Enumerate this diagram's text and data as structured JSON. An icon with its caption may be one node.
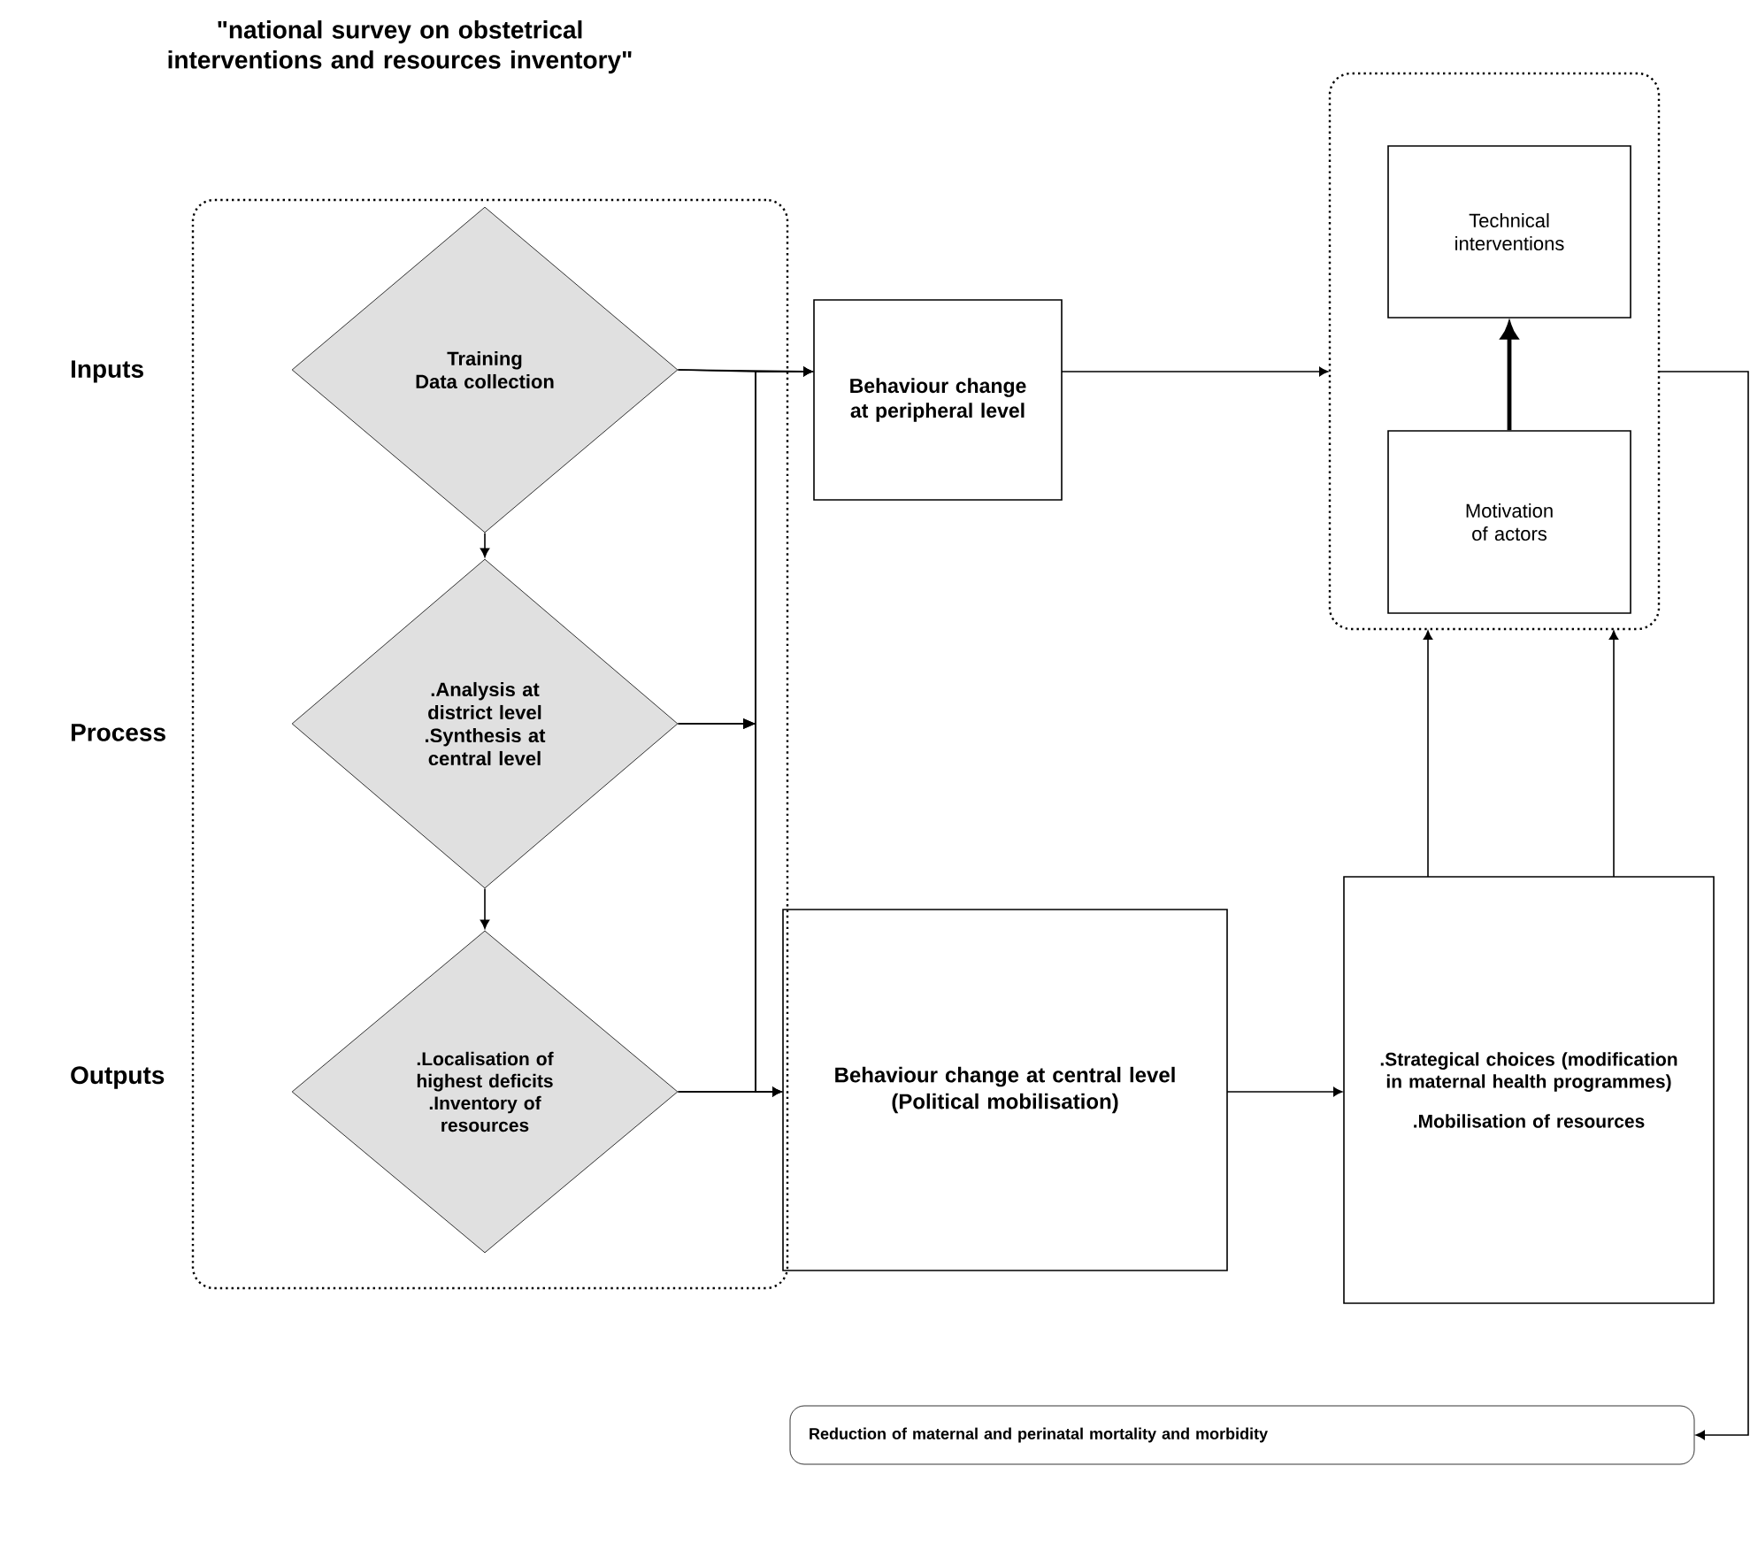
{
  "diagram": {
    "title": "\"national survey on obstetrical interventions and resources inventory\"",
    "nodes": [
      {
        "text": [],
        "shape": "box"
      },
      {
        "text": [
          "Training",
          "Data collection"
        ],
        "in": 0
      },
      {
        "text": [
          ".Analysis at district level",
          ".Synthesis at central level"
        ],
        "in": 0
      },
      {
        "text": [
          ".Localisation of highest deficits",
          ".Inventory of resources"
        ],
        "in": 0
      },
      {
        "text": [
          "Behaviour change at peripheral level"
        ]
      },
      {
        "text": [],
        "shape": "box"
      },
      {
        "text": [
          "Technical interventions"
        ],
        "in": 5
      },
      {
        "text": [
          "Motivation of actors"
        ],
        "in": 5
      },
      {
        "text": [
          "Behaviour change at central level",
          "(Political mobilisation)"
        ]
      },
      {
        "text": [
          ".Strategical choices (modification in maternal health programmes)",
          ".Mobilisation of resources"
        ]
      },
      {
        "text": [
          "Reduction of maternal and perinatal mortality and morbidity"
        ]
      }
    ],
    "edges": [
      {
        "from": 1,
        "to": 2,
        "arrow": "to"
      },
      {
        "from": 2,
        "to": 3,
        "arrow": "to"
      },
      {
        "from": 1,
        "to": 4,
        "arrow": "to"
      },
      {
        "from": 2,
        "to": 4,
        "arrow": "to"
      },
      {
        "from": 3,
        "to": 4,
        "arrow": "to"
      },
      {
        "from": 1,
        "to": 8,
        "arrow": "to"
      },
      {
        "from": 2,
        "to": 8,
        "arrow": "to"
      },
      {
        "from": 3,
        "to": 8,
        "arrow": "to"
      },
      {
        "from": 4,
        "to": 5,
        "arrow": "to"
      },
      {
        "from": 7,
        "to": 6,
        "arrow": "to",
        "style": "thick"
      },
      {
        "from": 8,
        "to": 9,
        "arrow": "to"
      },
      {
        "from": 9,
        "to": 5,
        "arrow": "to"
      },
      {
        "from": 9,
        "to": 5,
        "arrow": "to"
      },
      {
        "from": 5,
        "to": 10,
        "arrow": "to"
      }
    ],
    "labels": [
      "Inputs",
      "Process",
      "Outputs"
    ]
  }
}
